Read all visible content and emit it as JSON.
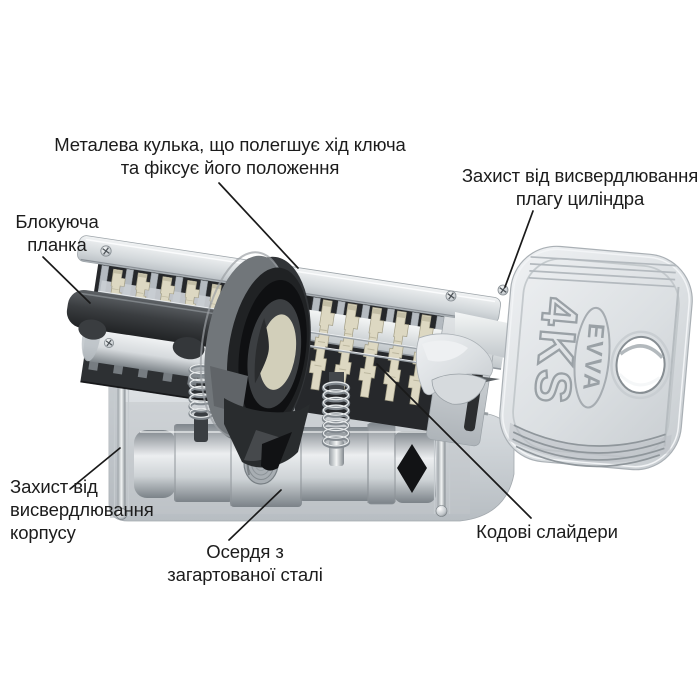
{
  "figure": {
    "description": "Cutaway diagram of a key cylinder with annotation callouts"
  },
  "callouts": {
    "metal_ball": {
      "lines": [
        "Металева кулька, що полегшує хід ключа",
        "та фіксує його положення"
      ]
    },
    "plug_drill_protection": {
      "lines": [
        "Захист від висвердлювання",
        "плагу циліндра"
      ]
    },
    "blocking_bar": {
      "lines": [
        "Блокуюча",
        "планка"
      ]
    },
    "body_drill_protection": {
      "lines": [
        "Захист від",
        "висвердлювання",
        "корпусу"
      ]
    },
    "hardened_core": {
      "lines": [
        "Осердя з",
        "загартованої сталі"
      ]
    },
    "code_sliders": {
      "lines": [
        "Кодові слайдери"
      ]
    }
  },
  "key_engraving": {
    "brand": "EVVA",
    "model": "4KS"
  },
  "colors": {
    "background": "#ffffff",
    "label_text": "#1c1c1c",
    "callout_line": "#1a1a1a",
    "body_metal": "#d2d6da",
    "dark_metal": "#3a3d40",
    "slider_cream": "#ddd8c2",
    "key_metal": "#dde1e4"
  }
}
